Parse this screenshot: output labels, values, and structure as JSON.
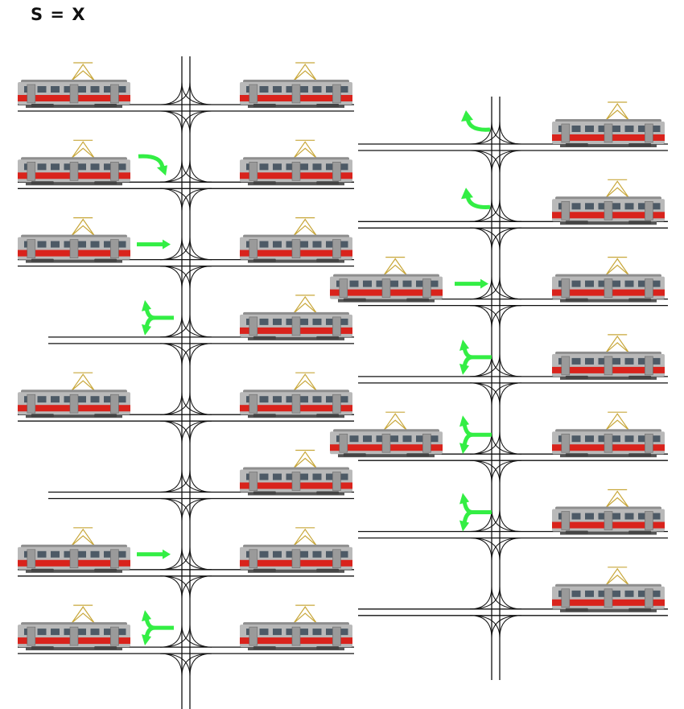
{
  "title": "S = X",
  "colors": {
    "tram_red": "#d9231c",
    "tram_grey": "#b9b9b9",
    "tram_roof": "#8e8e8e",
    "window": "#4d5a66",
    "pantograph": "#c8a73a",
    "arrow": "#33ee44",
    "track": "#111111"
  },
  "arrow_types": [
    "right",
    "curve-down",
    "curve-up-left",
    "fork-up",
    "fork-down"
  ],
  "columns": [
    {
      "name": "left",
      "intersections": [
        {
          "left_tram": true,
          "right_tram": true,
          "arrow": "none"
        },
        {
          "left_tram": true,
          "right_tram": true,
          "arrow": "curve-down"
        },
        {
          "left_tram": true,
          "right_tram": true,
          "arrow": "right"
        },
        {
          "left_tram": false,
          "right_tram": true,
          "arrow": "fork-up"
        },
        {
          "left_tram": true,
          "right_tram": true,
          "arrow": "none"
        },
        {
          "left_tram": false,
          "right_tram": true,
          "arrow": "none"
        },
        {
          "left_tram": true,
          "right_tram": true,
          "arrow": "right"
        },
        {
          "left_tram": true,
          "right_tram": true,
          "arrow": "fork-up"
        }
      ]
    },
    {
      "name": "right",
      "intersections": [
        {
          "left_tram": false,
          "right_tram": true,
          "arrow": "curve-up-left"
        },
        {
          "left_tram": false,
          "right_tram": true,
          "arrow": "curve-up-left"
        },
        {
          "left_tram": true,
          "right_tram": true,
          "arrow": "right"
        },
        {
          "left_tram": false,
          "right_tram": true,
          "arrow": "fork-up"
        },
        {
          "left_tram": true,
          "right_tram": true,
          "arrow": "fork-down"
        },
        {
          "left_tram": false,
          "right_tram": true,
          "arrow": "fork-down"
        },
        {
          "left_tram": false,
          "right_tram": true,
          "arrow": "none"
        }
      ]
    }
  ]
}
